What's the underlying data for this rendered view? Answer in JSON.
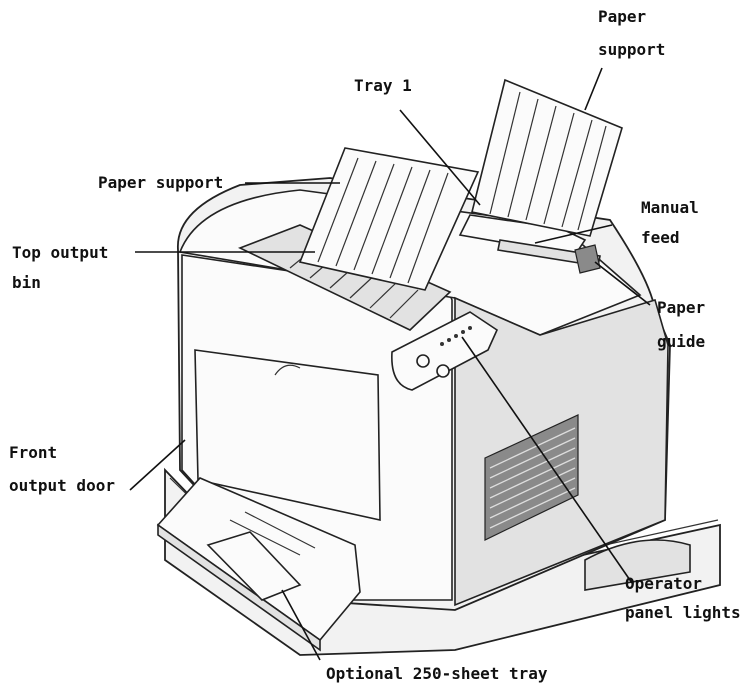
{
  "labels": {
    "paper_support_right": [
      "Paper",
      "support"
    ],
    "tray_1": "Tray 1",
    "paper_support_left": "Paper support",
    "manual_feed": [
      "Manual",
      "feed"
    ],
    "top_output_bin": [
      "Top output",
      "bin"
    ],
    "paper_guide": [
      "Paper",
      "guide"
    ],
    "front_output_door": [
      "Front",
      "output door"
    ],
    "operator_panel_lights": [
      "Operator",
      "panel lights"
    ],
    "optional_tray": "Optional 250-sheet tray"
  }
}
